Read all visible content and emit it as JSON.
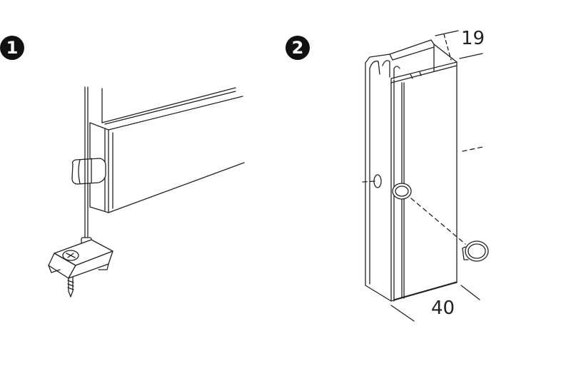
{
  "steps": [
    {
      "label": "1"
    },
    {
      "label": "2"
    }
  ],
  "dimensions": {
    "depth": "19",
    "width": "40"
  },
  "colors": {
    "line": "#222222",
    "badge": "#111111"
  }
}
